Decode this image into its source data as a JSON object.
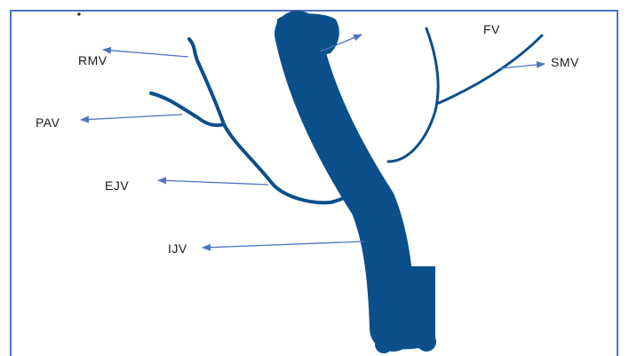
{
  "diagram": {
    "labels": {
      "rmv": "RMV",
      "pav": "PAV",
      "ejv": "EJV",
      "ijv": "IJV",
      "fv": "FV",
      "smv": "SMV"
    },
    "colors": {
      "vein": "#0b4f8a",
      "arrow": "#4f73c4",
      "frame": "#4f73c4",
      "text": "#1a1a1a"
    }
  }
}
